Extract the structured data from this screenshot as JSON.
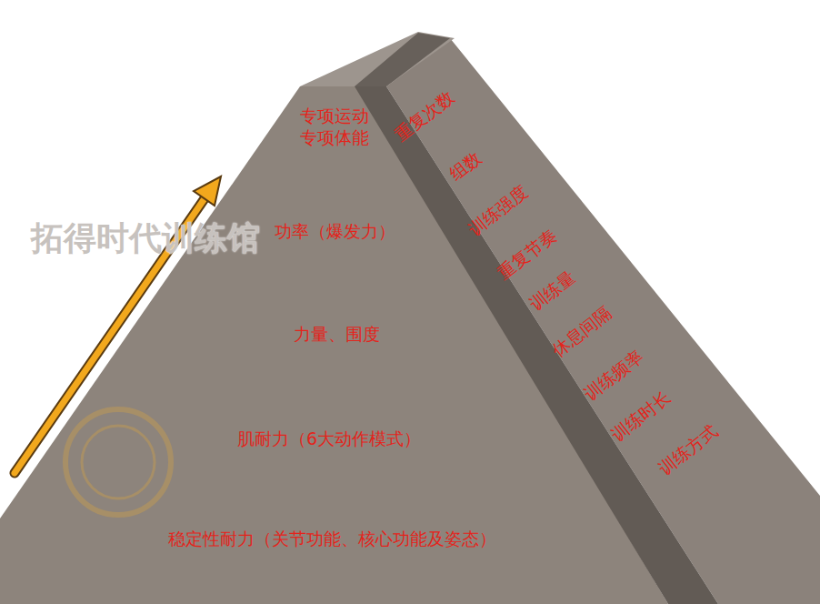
{
  "diagram": {
    "nodes": [
      {
        "text": [
          "专项运动 专项体能",
          "功率（爆发力）",
          "力量、围度",
          "肌耐力（6大动作模式）",
          "稳定性耐力（关节功能、核心功能及姿态）"
        ]
      },
      {
        "text": [
          "重复次数",
          "组数",
          "训练强度",
          "重复节奏",
          "训练量",
          "休息间隔",
          "训练频率",
          "训练时长",
          "训练方式"
        ]
      }
    ],
    "labels": [
      "拓得时代训练馆"
    ]
  }
}
